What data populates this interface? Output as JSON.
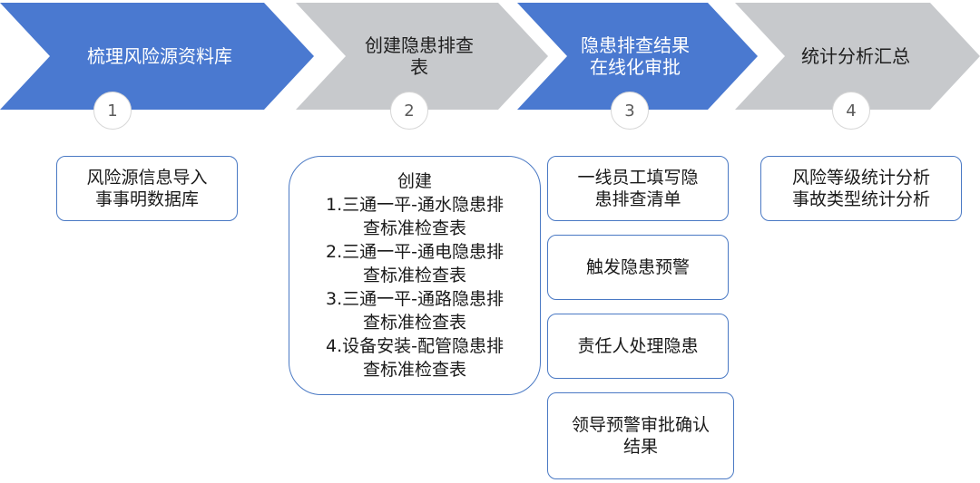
{
  "colors": {
    "blue": "#4a79d0",
    "gray": "#c7c9cc",
    "box_border": "#4a79c4"
  },
  "steps": [
    {
      "label": "梳理风险源资料库",
      "number": "1",
      "color": "blue"
    },
    {
      "label": "创建隐患排查\n表",
      "number": "2",
      "color": "gray"
    },
    {
      "label": "隐患排查结果\n在线化审批",
      "number": "3",
      "color": "blue"
    },
    {
      "label": "统计分析汇总",
      "number": "4",
      "color": "gray"
    }
  ],
  "boxes": {
    "step1": "风险源信息导入\n事事明数据库",
    "step2": "创建\n1.三通一平-通水隐患排\n查标准检查表\n2.三通一平-通电隐患排\n查标准检查表\n3.三通一平-通路隐患排\n查标准检查表\n4.设备安装-配管隐患排\n查标准检查表",
    "step3": [
      "一线员工填写隐\n患排查清单",
      "触发隐患预警",
      "责任人处理隐患",
      "领导预警审批确认\n结果"
    ],
    "step4": "风险等级统计分析\n事故类型统计分析"
  }
}
